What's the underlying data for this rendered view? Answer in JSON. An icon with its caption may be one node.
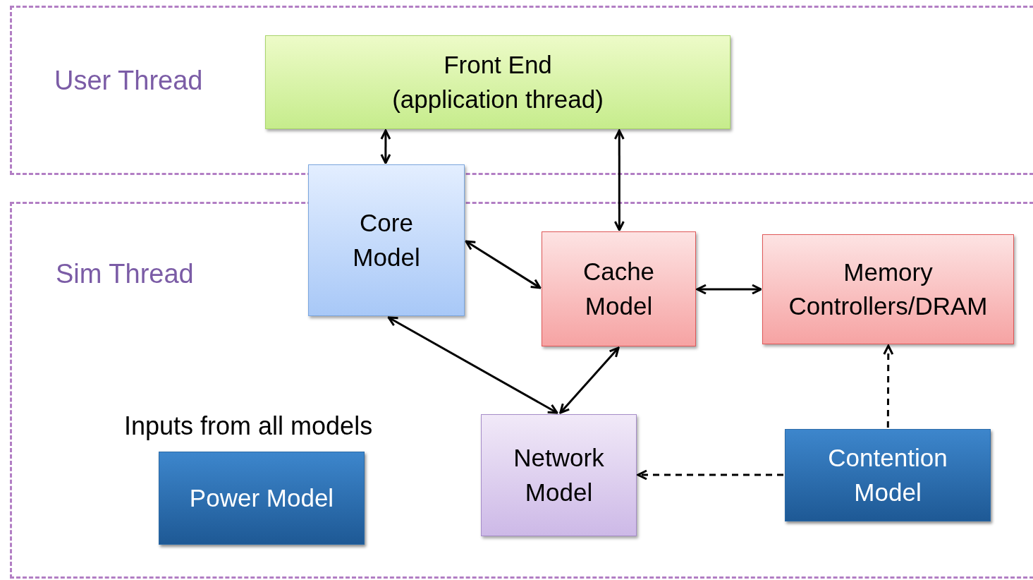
{
  "diagram": {
    "nodes": [
      {
        "text": [
          "User Thread"
        ]
      },
      {
        "text": [
          "Front End",
          "(application thread)"
        ],
        "in": 0
      },
      {
        "text": [
          "Sim Thread"
        ]
      },
      {
        "text": [
          "Core Model"
        ]
      },
      {
        "text": [
          "Cache Model"
        ],
        "in": 2
      },
      {
        "text": [
          "Memory Controllers/DRAM"
        ],
        "in": 2
      },
      {
        "text": [
          "Network Model"
        ],
        "in": 2
      },
      {
        "text": [
          "Power Model"
        ],
        "in": 2,
        "beside": [
          "Inputs from all models"
        ]
      },
      {
        "text": [
          "Contention Model"
        ],
        "in": 2
      }
    ],
    "edges": [
      {
        "from": 1,
        "to": 3,
        "arrow": "both"
      },
      {
        "from": 1,
        "to": 4,
        "arrow": "both"
      },
      {
        "from": 3,
        "to": 4,
        "arrow": "both"
      },
      {
        "from": 4,
        "to": 5,
        "arrow": "both"
      },
      {
        "from": 3,
        "to": 6,
        "arrow": "both"
      },
      {
        "from": 4,
        "to": 6,
        "arrow": "both"
      },
      {
        "from": 8,
        "to": 5,
        "arrow": "to",
        "style": "dashed"
      },
      {
        "from": 8,
        "to": 6,
        "arrow": "to",
        "style": "dashed"
      }
    ]
  }
}
